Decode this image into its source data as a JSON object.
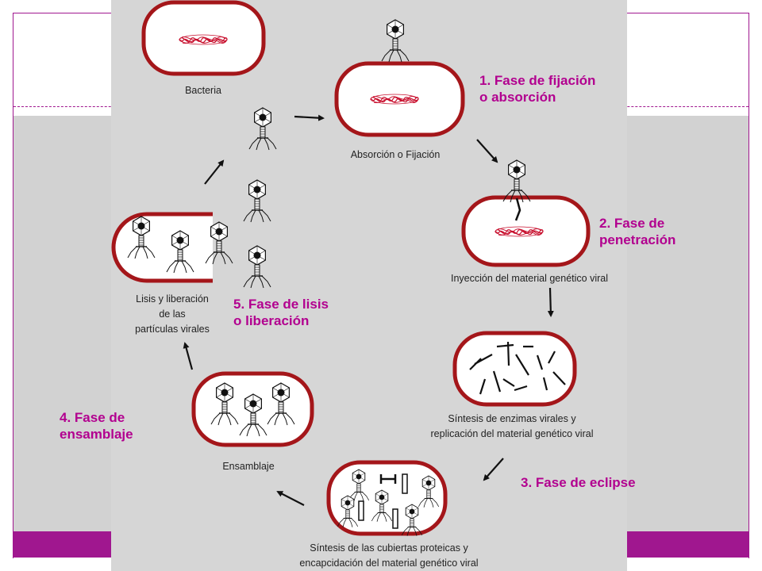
{
  "captions": {
    "bacteria": "Bacteria",
    "absorption": "Absorción o Fijación",
    "injection": "Inyección del material genético viral",
    "synthesis_1": "Síntesis de enzimas virales y",
    "synthesis_2": "replicación del material genético viral",
    "proteins_1": "Síntesis de las cubiertas proteicas y",
    "proteins_2": "encapcidación del material genético viral",
    "assembly": "Ensamblaje",
    "lysis_1": "Lisis y liberación",
    "lysis_2": "de las",
    "lysis_3": "partículas virales"
  },
  "phases": {
    "p1_line1": "1. Fase de fijación",
    "p1_line2": "o absorción",
    "p2_line1": "2. Fase de",
    "p2_line2": "penetración",
    "p3": "3. Fase de eclipse",
    "p4_line1": "4. Fase de",
    "p4_line2": "ensamblaje",
    "p5_line1": "5. Fase de lisis",
    "p5_line2": "o liberación"
  },
  "colors": {
    "accent": "#a0178f",
    "phase_text": "#b2008f",
    "cell_border": "#a4161a",
    "dna": "#c8102e"
  }
}
